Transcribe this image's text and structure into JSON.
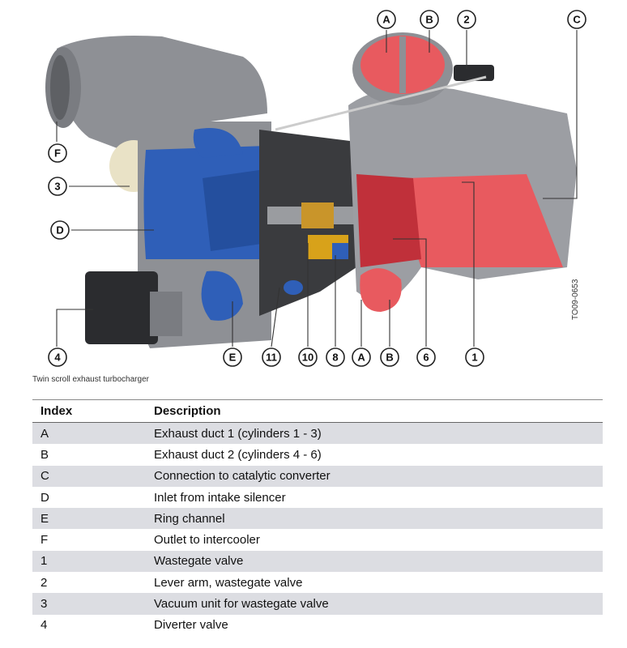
{
  "figure": {
    "callouts_top": [
      "A",
      "B",
      "2",
      "C"
    ],
    "callouts_left": [
      "F",
      "3",
      "D",
      "4"
    ],
    "callouts_bottom": [
      "E",
      "11",
      "10",
      "8",
      "A",
      "B",
      "6",
      "1"
    ],
    "caption": "Twin scroll exhaust turbocharger",
    "reference_code": "TO09-0653",
    "colors": {
      "exhaust_red": "#e85a5f",
      "intake_blue": "#2f5fb8",
      "housing_gray": "#8e9095",
      "dark_gray": "#3a3b3e"
    }
  },
  "table": {
    "headers": [
      "Index",
      "Description"
    ],
    "rows": [
      {
        "index": "A",
        "description": "Exhaust duct 1 (cylinders 1 - 3)"
      },
      {
        "index": "B",
        "description": "Exhaust duct 2 (cylinders 4 - 6)"
      },
      {
        "index": "C",
        "description": "Connection to catalytic converter"
      },
      {
        "index": "D",
        "description": "Inlet from intake silencer"
      },
      {
        "index": "E",
        "description": "Ring channel"
      },
      {
        "index": "F",
        "description": "Outlet to intercooler"
      },
      {
        "index": "1",
        "description": "Wastegate valve"
      },
      {
        "index": "2",
        "description": "Lever arm, wastegate valve"
      },
      {
        "index": "3",
        "description": "Vacuum unit for wastegate valve"
      },
      {
        "index": "4",
        "description": "Diverter valve"
      }
    ]
  }
}
